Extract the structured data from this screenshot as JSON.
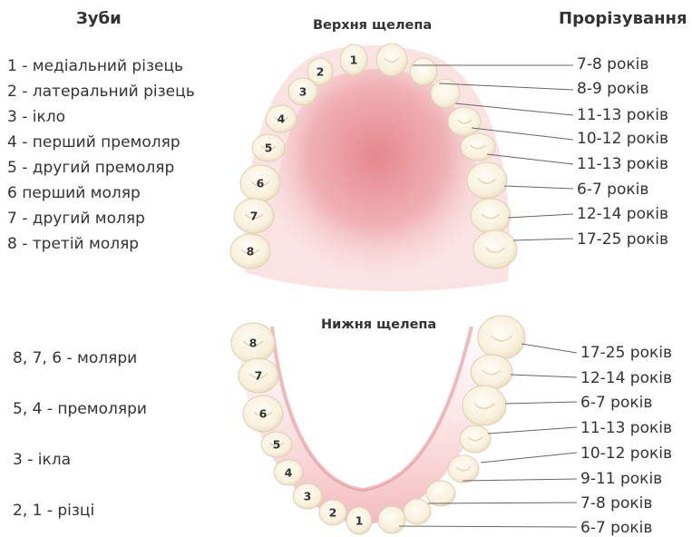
{
  "header": {
    "teeth_title": "Зуби",
    "upper_jaw_title": "Верхня щелепа",
    "eruption_title": "Прорізування",
    "lower_jaw_title": "Нижня щелепа"
  },
  "teeth_legend": [
    "1 - медіальний різець",
    "2 - латеральний різець",
    "3 - ікло",
    "4 - перший премоляр",
    "5 - другий премоляр",
    "6 перший моляр",
    "7 - другий моляр",
    "8 - третій моляр"
  ],
  "group_legend": [
    "8, 7, 6 - моляри",
    "5, 4 - премоляри",
    "3 - ікла",
    "2, 1 - різці"
  ],
  "upper_ages": [
    "7-8 років",
    "8-9 років",
    "11-13 років",
    "10-12 років",
    "11-13 років",
    "6-7 років",
    "12-14 років",
    "17-25 років"
  ],
  "lower_ages": [
    "17-25 років",
    "12-14 років",
    "6-7 років",
    "11-13 років",
    "10-12 років",
    "9-11 років",
    "7-8 років",
    "6-7 років"
  ],
  "upper_tooth_numbers": [
    "1",
    "2",
    "3",
    "4",
    "5",
    "6",
    "7",
    "8"
  ],
  "lower_tooth_numbers": [
    "8",
    "7",
    "6",
    "5",
    "4",
    "3",
    "2",
    "1"
  ],
  "colors": {
    "gum": "#f4c4c6",
    "gum_inner": "#e98e94",
    "tooth": "#fbf5e8",
    "tooth_edge": "#dccfb4",
    "leader_line": "#666666"
  }
}
